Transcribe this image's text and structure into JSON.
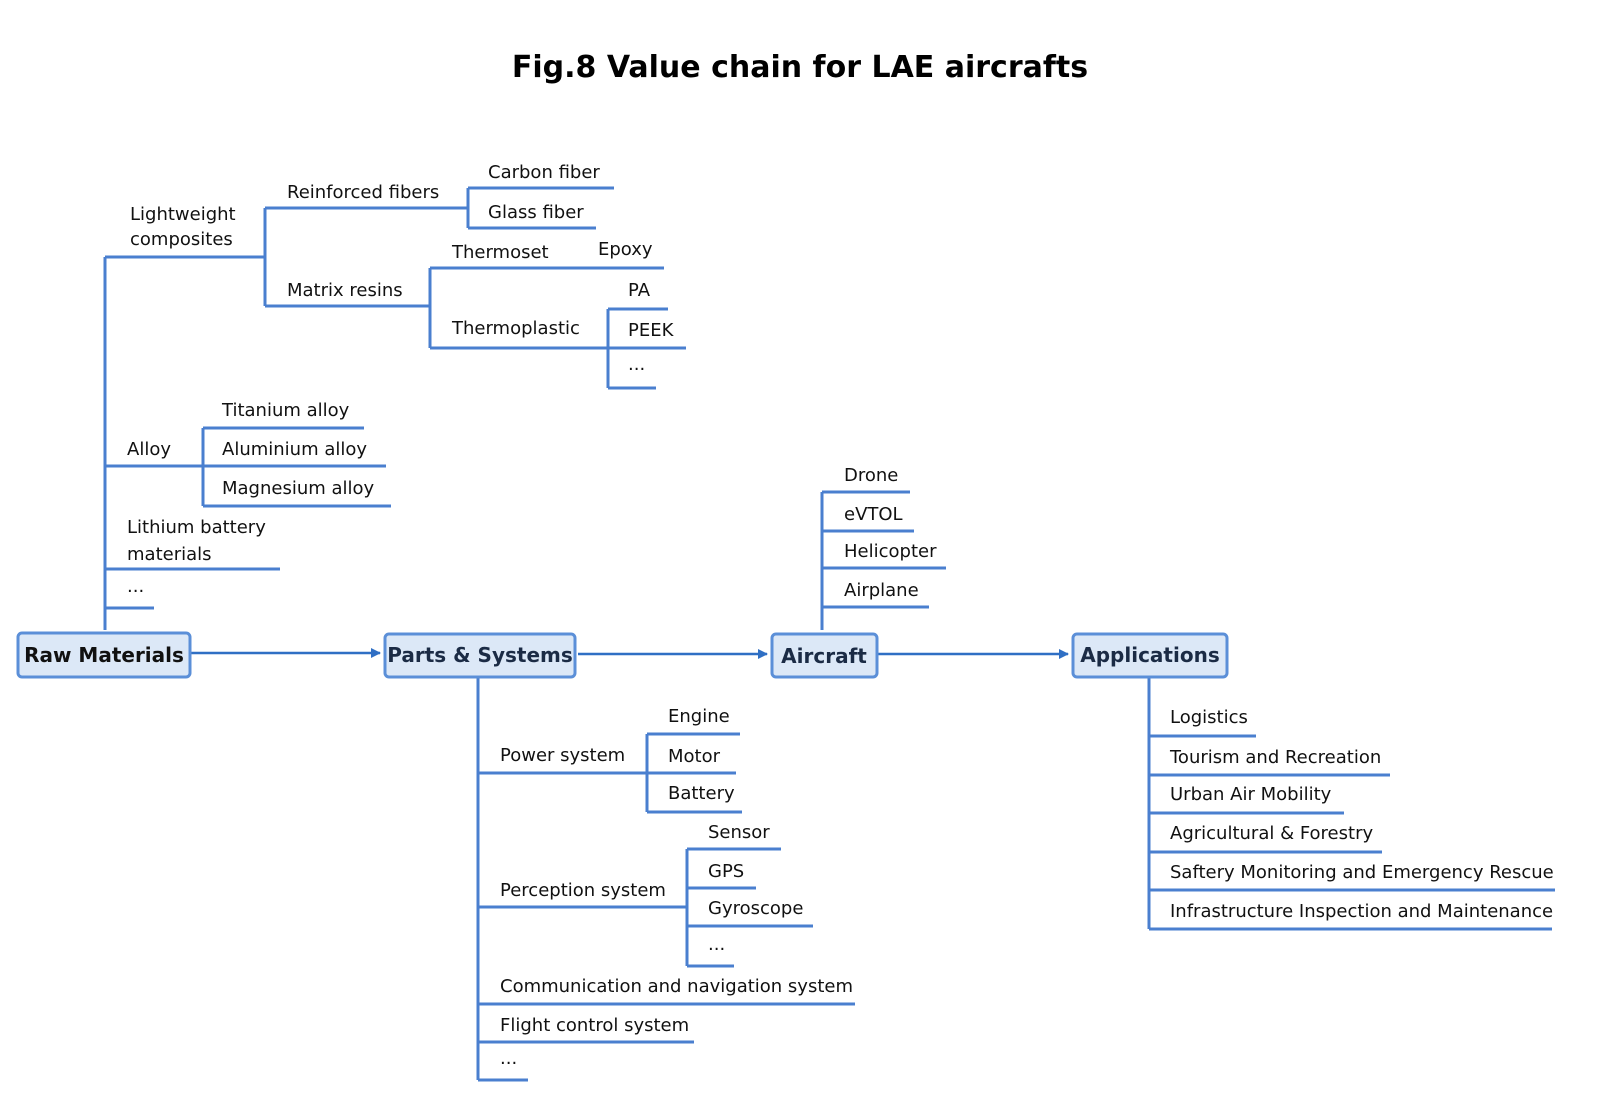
{
  "title": "Fig.8 Value chain for LAE aircrafts",
  "colors": {
    "line": "#4a7fcf",
    "box_fill": "#dce8f7",
    "box_stroke": "#5b8fd8",
    "box_text": "#1b2b45"
  },
  "stages": {
    "raw_materials": "Raw Materials",
    "parts_systems": "Parts & Systems",
    "aircraft": "Aircraft",
    "applications": "Applications"
  },
  "raw_materials": {
    "lightweight_composites_1": "Lightweight",
    "lightweight_composites_2": "composites",
    "reinforced_fibers": "Reinforced fibers",
    "carbon_fiber": "Carbon fiber",
    "glass_fiber": "Glass fiber",
    "matrix_resins": "Matrix resins",
    "thermoset": "Thermoset",
    "epoxy": "Epoxy",
    "thermoplastic": "Thermoplastic",
    "pa": "PA",
    "peek": "PEEK",
    "thermoplastic_more": "...",
    "alloy": "Alloy",
    "titanium_alloy": "Titanium alloy",
    "aluminium_alloy": "Aluminium alloy",
    "magnesium_alloy": "Magnesium alloy",
    "lithium_1": "Lithium battery",
    "lithium_2": "materials",
    "more": "..."
  },
  "aircraft_types": [
    "Drone",
    "eVTOL",
    "Helicopter",
    "Airplane"
  ],
  "parts_systems": {
    "power_system": "Power system",
    "engine": "Engine",
    "motor": "Motor",
    "battery": "Battery",
    "perception_system": "Perception system",
    "sensor": "Sensor",
    "gps": "GPS",
    "gyroscope": "Gyroscope",
    "perception_more": "...",
    "communication": "Communication and navigation system",
    "flight_control": "Flight control system",
    "more": "..."
  },
  "applications": [
    "Logistics",
    "Tourism and Recreation",
    "Urban Air Mobility",
    "Agricultural & Forestry",
    "Saftery Monitoring and Emergency Rescue",
    "Infrastructure Inspection and Maintenance"
  ]
}
